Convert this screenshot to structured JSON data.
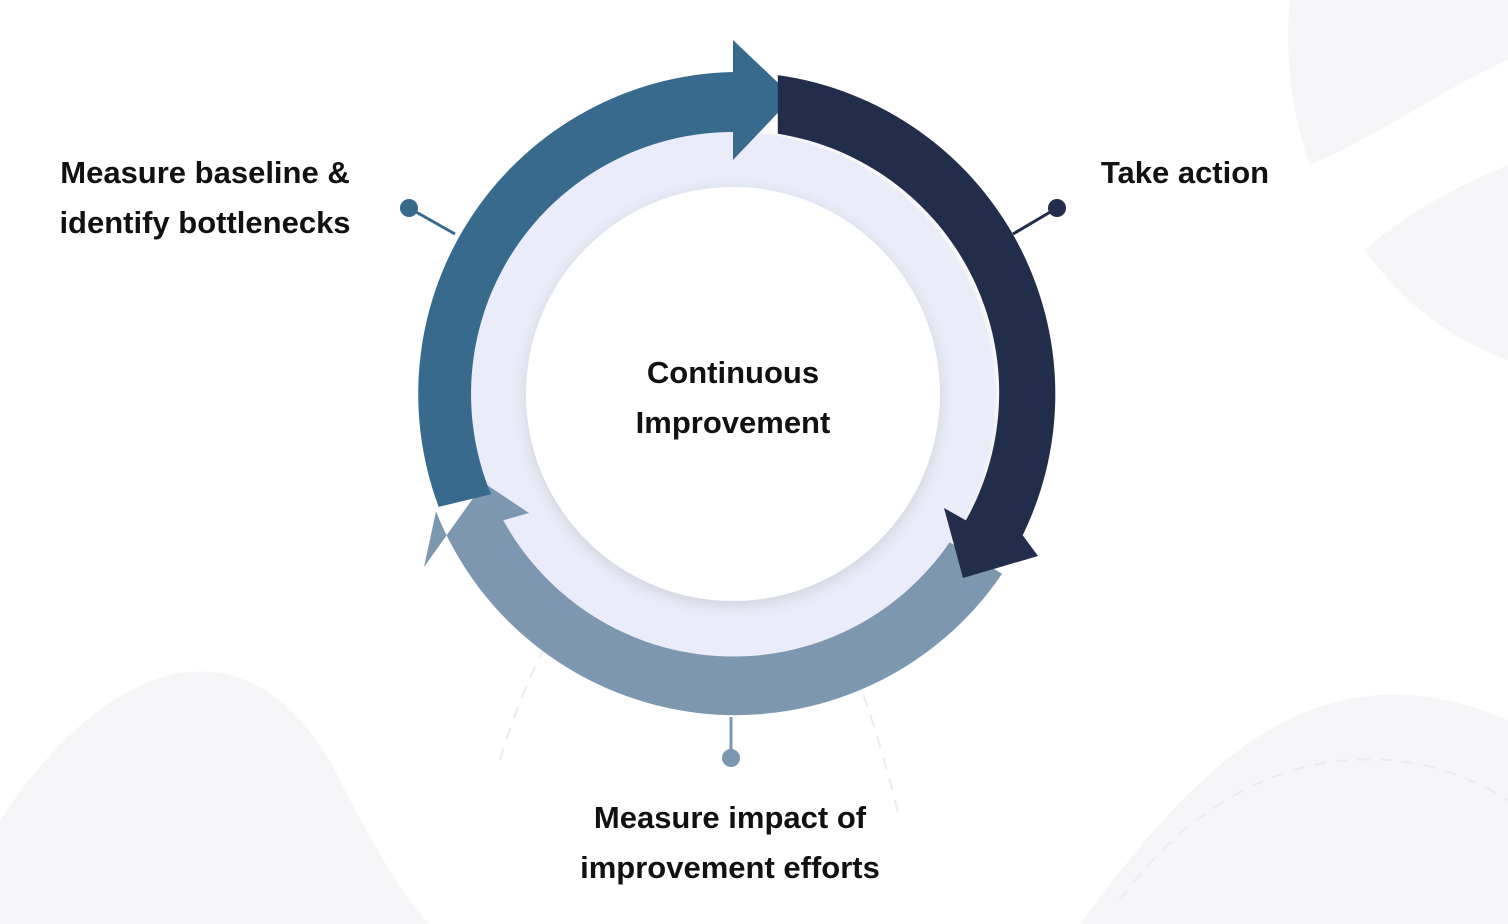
{
  "diagram": {
    "center": {
      "line1": "Continuous",
      "line2": "Improvement"
    },
    "steps": [
      {
        "id": "baseline",
        "line1": "Measure baseline &",
        "line2": "identify bottlenecks",
        "color": "#386a8e"
      },
      {
        "id": "action",
        "line1": "Take action",
        "color": "#222c4b"
      },
      {
        "id": "impact",
        "line1": "Measure impact of",
        "line2": "improvement efforts",
        "color": "#7d97b1"
      }
    ],
    "colors": {
      "inner_ring": "#eaedf9",
      "inner_disc": "#ffffff",
      "background_wave": "#f6f6f8"
    }
  }
}
